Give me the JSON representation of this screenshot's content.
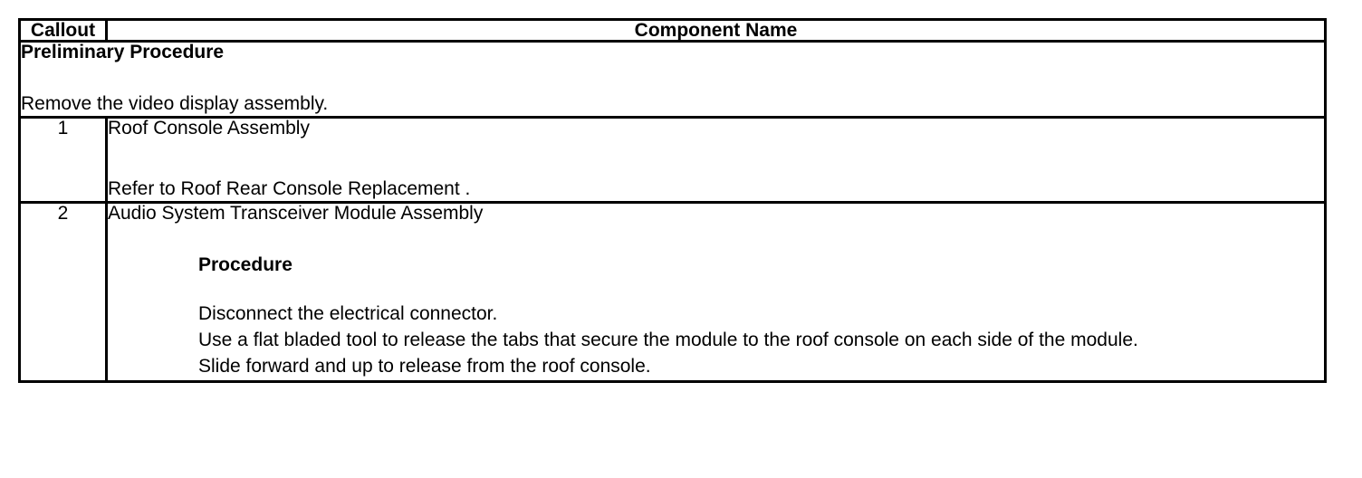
{
  "document": {
    "type": "service-manual-component-table"
  },
  "table": {
    "headers": {
      "callout": "Callout",
      "component_name": "Component Name"
    },
    "preliminary": {
      "title": "Preliminary Procedure",
      "text": "Remove the video display assembly."
    },
    "rows": [
      {
        "callout": "1",
        "title": "Roof Console Assembly",
        "reference": "Refer to Roof Rear Console Replacement ."
      },
      {
        "callout": "2",
        "title": "Audio System Transceiver Module Assembly",
        "procedure_heading": "Procedure",
        "steps": [
          "Disconnect the electrical connector.",
          "Use a flat bladed tool to release the tabs that secure the module to the roof console on each side of the module.",
          "Slide forward and up to release from the roof console."
        ]
      }
    ]
  }
}
